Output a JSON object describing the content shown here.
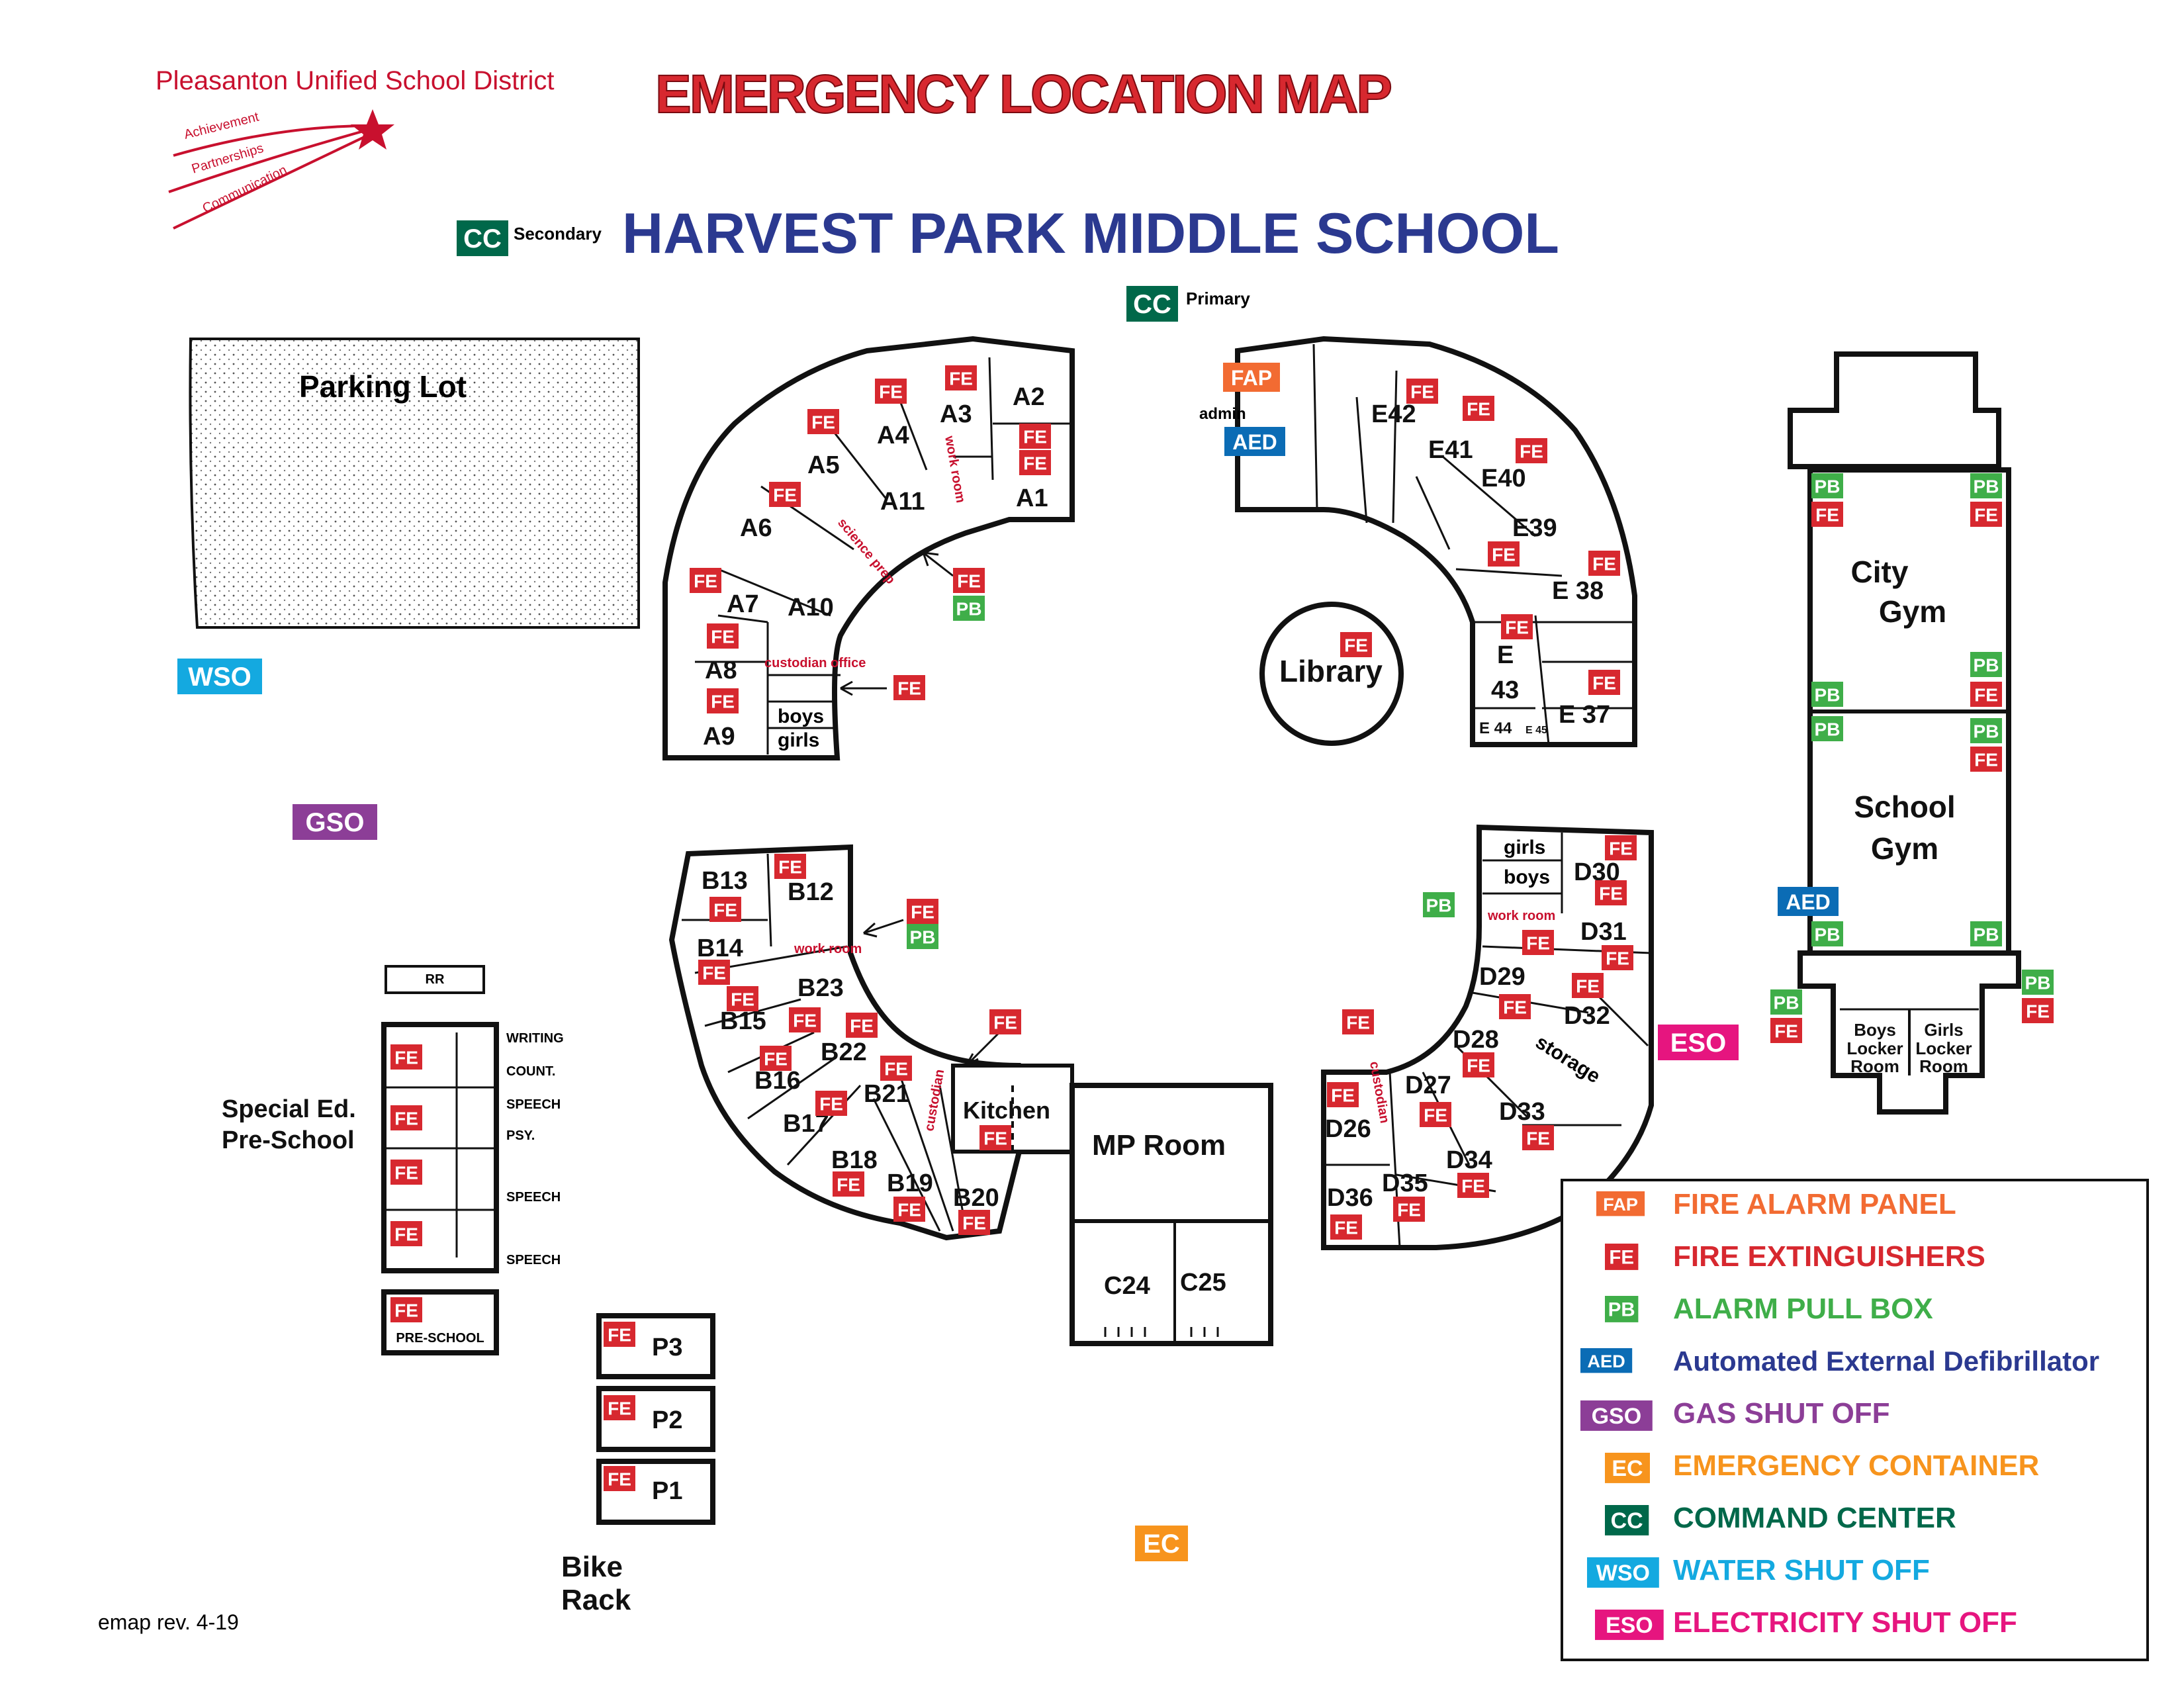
{
  "district": {
    "name": "Pleasanton Unified School District",
    "mottos": [
      "Achievement",
      "Partnerships",
      "Communication"
    ]
  },
  "title": "EMERGENCY LOCATION MAP",
  "school": "HARVEST PARK MIDDLE SCHOOL",
  "command_centers": {
    "secondary": "Secondary",
    "primary": "Primary"
  },
  "revision": "emap rev. 4-19",
  "colors": {
    "FE": "#d7282f",
    "PB": "#3fae49",
    "AED": "#0b6cb5",
    "FAP": "#f26b32",
    "GSO": "#8c3e97",
    "EC": "#f7941d",
    "CC": "#00684a",
    "WSO": "#14a9e0",
    "ESO": "#e6157f",
    "title_red": "#d7282f",
    "school_blue": "#2b3990"
  },
  "labels": {
    "parking": "Parking Lot",
    "library": "Library",
    "city_gym": [
      "City",
      "Gym"
    ],
    "school_gym": [
      "School",
      "Gym"
    ],
    "mp_room": "MP Room",
    "kitchen": "Kitchen",
    "special_ed": [
      "Special Ed.",
      "Pre-School"
    ],
    "pre_school": "PRE-SCHOOL",
    "rr": "RR",
    "bike_rack": [
      "Bike",
      "Rack"
    ],
    "boys_locker": [
      "Boys",
      "Locker",
      "Room"
    ],
    "girls_locker": [
      "Girls",
      "Locker",
      "Room"
    ],
    "spec_rooms": [
      "WRITING",
      "COUNT.",
      "SPEECH",
      "PSY.",
      "SPEECH",
      "SPEECH"
    ],
    "admin": "admin",
    "boys": "boys",
    "girls": "girls",
    "work_room": "work room",
    "science_prep": "science prep",
    "custodian_office": "custodian office",
    "custodian": "custodian",
    "storage": "storage"
  },
  "rooms": {
    "a": [
      "A1",
      "A2",
      "A3",
      "A4",
      "A5",
      "A6",
      "A7",
      "A8",
      "A9",
      "A10",
      "A11"
    ],
    "b": [
      "B12",
      "B13",
      "B14",
      "B15",
      "B16",
      "B17",
      "B18",
      "B19",
      "B20",
      "B21",
      "B22",
      "B23"
    ],
    "c": [
      "C24",
      "C25"
    ],
    "d": [
      "D26",
      "D27",
      "D28",
      "D29",
      "D30",
      "D31",
      "D32",
      "D33",
      "D34",
      "D35",
      "D36"
    ],
    "e": [
      "E 37",
      "E 38",
      "E39",
      "E40",
      "E41",
      "E42",
      "E",
      "43",
      "E 44",
      "E 45"
    ],
    "p": [
      "P1",
      "P2",
      "P3"
    ]
  },
  "legend": [
    {
      "code": "FAP",
      "label": "FIRE ALARM PANEL"
    },
    {
      "code": "FE",
      "label": "FIRE EXTINGUISHERS"
    },
    {
      "code": "PB",
      "label": "ALARM PULL BOX"
    },
    {
      "code": "AED",
      "label": "Automated External Defibrillator"
    },
    {
      "code": "GSO",
      "label": "GAS SHUT OFF"
    },
    {
      "code": "EC",
      "label": "EMERGENCY CONTAINER"
    },
    {
      "code": "CC",
      "label": "COMMAND CENTER"
    },
    {
      "code": "WSO",
      "label": "WATER SHUT OFF"
    },
    {
      "code": "ESO",
      "label": "ELECTRICITY SHUT OFF"
    }
  ]
}
